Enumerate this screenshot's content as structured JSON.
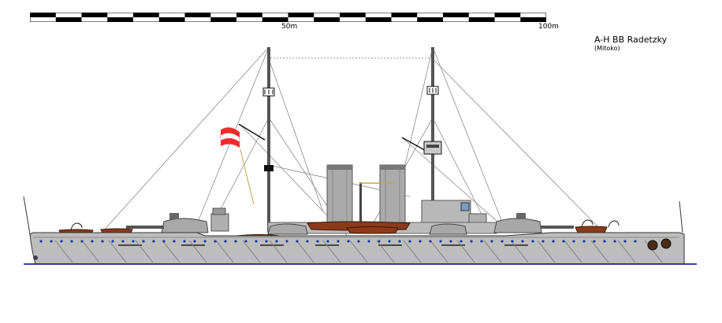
{
  "scale": {
    "mark_50": "50m",
    "mark_100": "100m"
  },
  "title": "A-H BB Radetzky",
  "subtitle": "(Mitoko)",
  "colors": {
    "hull": "#bdbdbd",
    "hull_dark": "#9e9e9e",
    "waterline": "#00008b",
    "boats": "#8b3a1a",
    "portholes": "#1e3a9e",
    "flag_red": "#ef2b2d",
    "flag_white": "#ffffff",
    "rigging": "#808080"
  },
  "icons": {
    "ship": "battleship-profile-drawing",
    "flag": "austro-hungarian-ensign"
  }
}
